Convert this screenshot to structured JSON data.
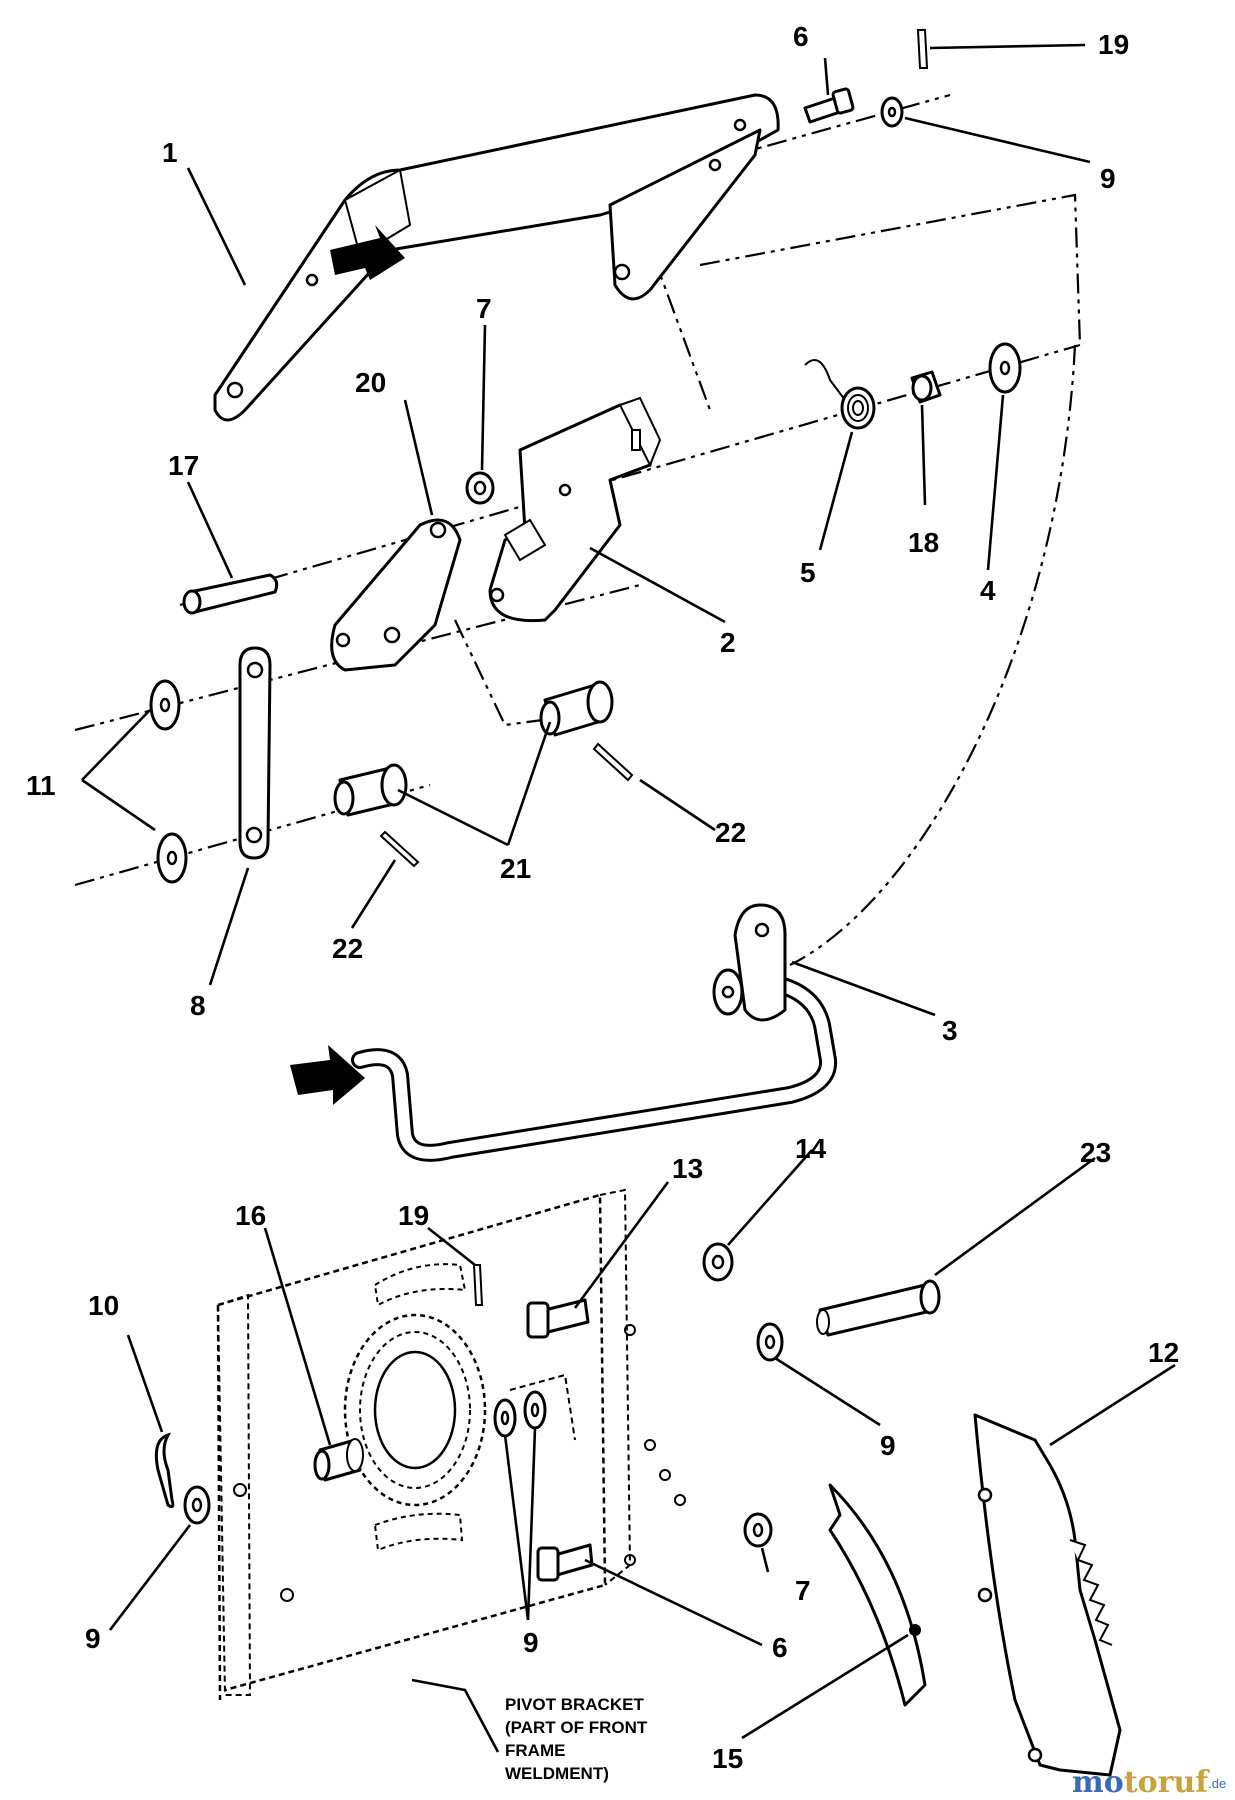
{
  "callouts": {
    "c1": "1",
    "c2": "2",
    "c3": "3",
    "c4": "4",
    "c5": "5",
    "c6a": "6",
    "c6b": "6",
    "c7a": "7",
    "c7b": "7",
    "c8": "8",
    "c9a": "9",
    "c9b": "9",
    "c9c": "9",
    "c9d": "9",
    "c10": "10",
    "c11": "11",
    "c12": "12",
    "c13": "13",
    "c14": "14",
    "c15": "15",
    "c16": "16",
    "c17": "17",
    "c18": "18",
    "c19a": "19",
    "c19b": "19",
    "c20": "20",
    "c21": "21",
    "c22a": "22",
    "c22b": "22",
    "c23": "23"
  },
  "pivot_note": {
    "line1": "PIVOT BRACKET",
    "line2": "(PART OF FRONT",
    "line3": "FRAME",
    "line4": "WELDMENT)"
  },
  "watermark": {
    "part1": "mo",
    "part2": "toruf",
    "suffix": ".de"
  }
}
